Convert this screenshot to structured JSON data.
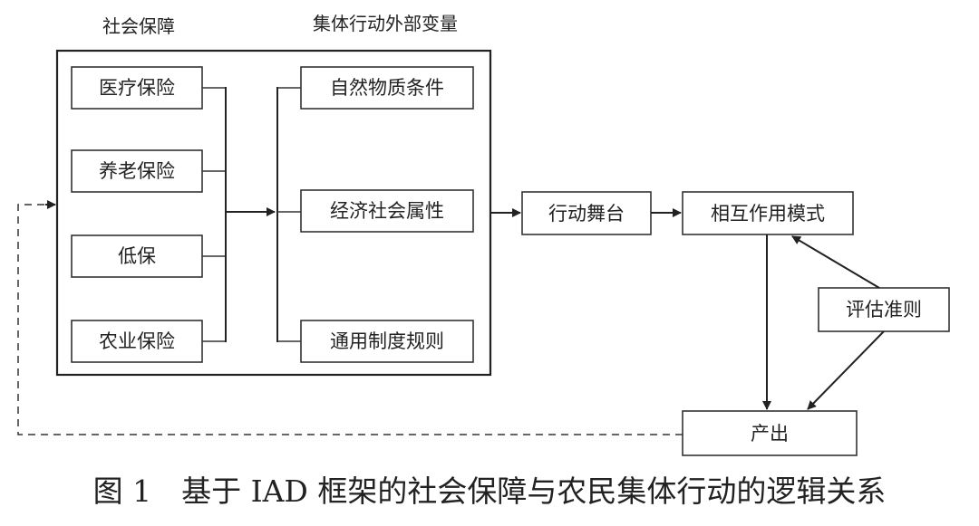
{
  "headers": {
    "social_security": "社会保障",
    "external_variables": "集体行动外部变量"
  },
  "security_items": [
    "医疗保险",
    "养老保险",
    "低保",
    "农业保险"
  ],
  "external_items": [
    "自然物质条件",
    "经济社会属性",
    "通用制度规则"
  ],
  "nodes": {
    "action_arena": "行动舞台",
    "interaction_patterns": "相互作用模式",
    "evaluative_criteria": "评估准则",
    "outcomes": "产出"
  },
  "caption": "图 1　基于 IAD 框架的社会保障与农民集体行动的逻辑关系"
}
